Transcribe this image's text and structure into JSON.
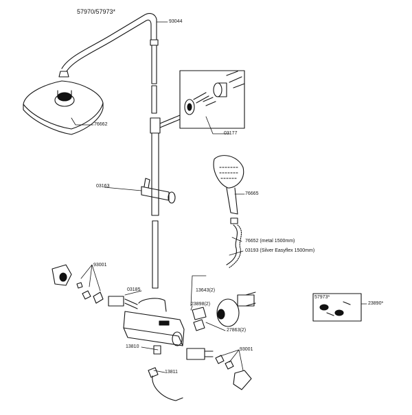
{
  "title": "57970/57973*",
  "part_labels": {
    "p93044": "93044",
    "p76662": "76662",
    "p03177": "03177",
    "p03163": "03163",
    "p76665": "76665",
    "p76652": "76652 (metal  1500mm)",
    "p03193": "03193 (Silver Easyflex 1500mm)",
    "p93001_left": "93001",
    "p03185": "03185",
    "p13643": "13643(2)",
    "p23898": "23898(2)",
    "p27863": "27863(2)",
    "p13810": "13810",
    "p13811": "13811",
    "p93001_right": "93001",
    "p57973": "57973*",
    "p23890": "23890*"
  }
}
